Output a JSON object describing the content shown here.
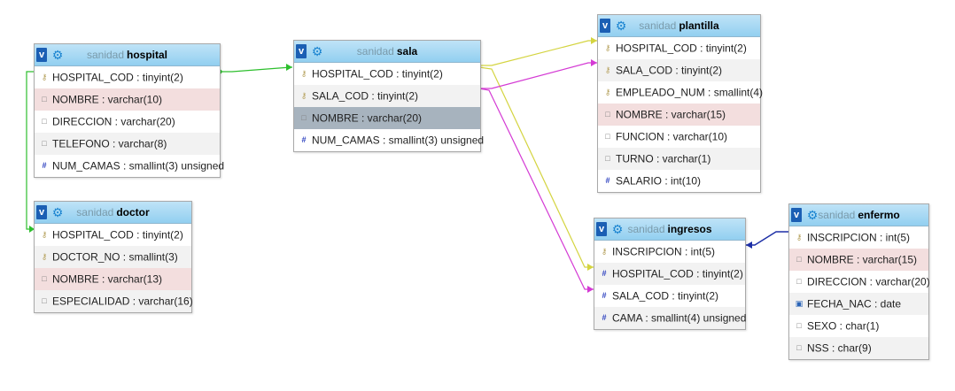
{
  "schema": "sanidad",
  "colors": {
    "rel_green": "#2dbf2d",
    "rel_yellow": "#d4d440",
    "rel_magenta": "#d43ad4",
    "rel_blue": "#1d2fa6",
    "header_from": "#bfe3f7",
    "header_to": "#92cff0"
  },
  "tables": {
    "hospital": {
      "name": "hospital",
      "columns": [
        {
          "text": "HOSPITAL_COD : tinyint(2)",
          "icon": "key-icon",
          "style": "plain"
        },
        {
          "text": "NOMBRE : varchar(10)",
          "icon": "column-icon",
          "style": "pink"
        },
        {
          "text": "DIRECCION : varchar(20)",
          "icon": "column-icon",
          "style": "plain"
        },
        {
          "text": "TELEFONO : varchar(8)",
          "icon": "column-icon",
          "style": "alt"
        },
        {
          "text": "NUM_CAMAS : smallint(3) unsigned",
          "icon": "numeric-icon",
          "style": "plain"
        }
      ]
    },
    "doctor": {
      "name": "doctor",
      "columns": [
        {
          "text": "HOSPITAL_COD : tinyint(2)",
          "icon": "key-icon",
          "style": "plain"
        },
        {
          "text": "DOCTOR_NO : smallint(3)",
          "icon": "key-icon",
          "style": "alt"
        },
        {
          "text": "NOMBRE : varchar(13)",
          "icon": "column-icon",
          "style": "pink"
        },
        {
          "text": "ESPECIALIDAD : varchar(16)",
          "icon": "column-icon",
          "style": "alt"
        }
      ]
    },
    "sala": {
      "name": "sala",
      "columns": [
        {
          "text": "HOSPITAL_COD : tinyint(2)",
          "icon": "key-icon",
          "style": "plain"
        },
        {
          "text": "SALA_COD : tinyint(2)",
          "icon": "key-icon",
          "style": "alt"
        },
        {
          "text": "NOMBRE : varchar(20)",
          "icon": "column-icon",
          "style": "sel"
        },
        {
          "text": "NUM_CAMAS : smallint(3) unsigned",
          "icon": "numeric-icon",
          "style": "plain"
        }
      ]
    },
    "plantilla": {
      "name": "plantilla",
      "columns": [
        {
          "text": "HOSPITAL_COD : tinyint(2)",
          "icon": "key-icon",
          "style": "plain"
        },
        {
          "text": "SALA_COD : tinyint(2)",
          "icon": "key-icon",
          "style": "alt"
        },
        {
          "text": "EMPLEADO_NUM : smallint(4)",
          "icon": "key-icon",
          "style": "plain"
        },
        {
          "text": "NOMBRE : varchar(15)",
          "icon": "column-icon",
          "style": "pink"
        },
        {
          "text": "FUNCION : varchar(10)",
          "icon": "column-icon",
          "style": "plain"
        },
        {
          "text": "TURNO : varchar(1)",
          "icon": "column-icon",
          "style": "alt"
        },
        {
          "text": "SALARIO : int(10)",
          "icon": "numeric-icon",
          "style": "plain"
        }
      ]
    },
    "ingresos": {
      "name": "ingresos",
      "columns": [
        {
          "text": "INSCRIPCION : int(5)",
          "icon": "key-icon",
          "style": "plain"
        },
        {
          "text": "HOSPITAL_COD : tinyint(2)",
          "icon": "numeric-icon",
          "style": "alt"
        },
        {
          "text": "SALA_COD : tinyint(2)",
          "icon": "numeric-icon",
          "style": "plain"
        },
        {
          "text": "CAMA : smallint(4) unsigned",
          "icon": "numeric-icon",
          "style": "alt"
        }
      ]
    },
    "enfermo": {
      "name": "enfermo",
      "columns": [
        {
          "text": "INSCRIPCION : int(5)",
          "icon": "key-icon",
          "style": "plain"
        },
        {
          "text": "NOMBRE : varchar(15)",
          "icon": "column-icon",
          "style": "pink"
        },
        {
          "text": "DIRECCION : varchar(20)",
          "icon": "column-icon",
          "style": "plain"
        },
        {
          "text": "FECHA_NAC : date",
          "icon": "date-icon",
          "style": "alt"
        },
        {
          "text": "SEXO : char(1)",
          "icon": "column-icon",
          "style": "plain"
        },
        {
          "text": "NSS : char(9)",
          "icon": "column-icon",
          "style": "alt"
        }
      ]
    }
  }
}
